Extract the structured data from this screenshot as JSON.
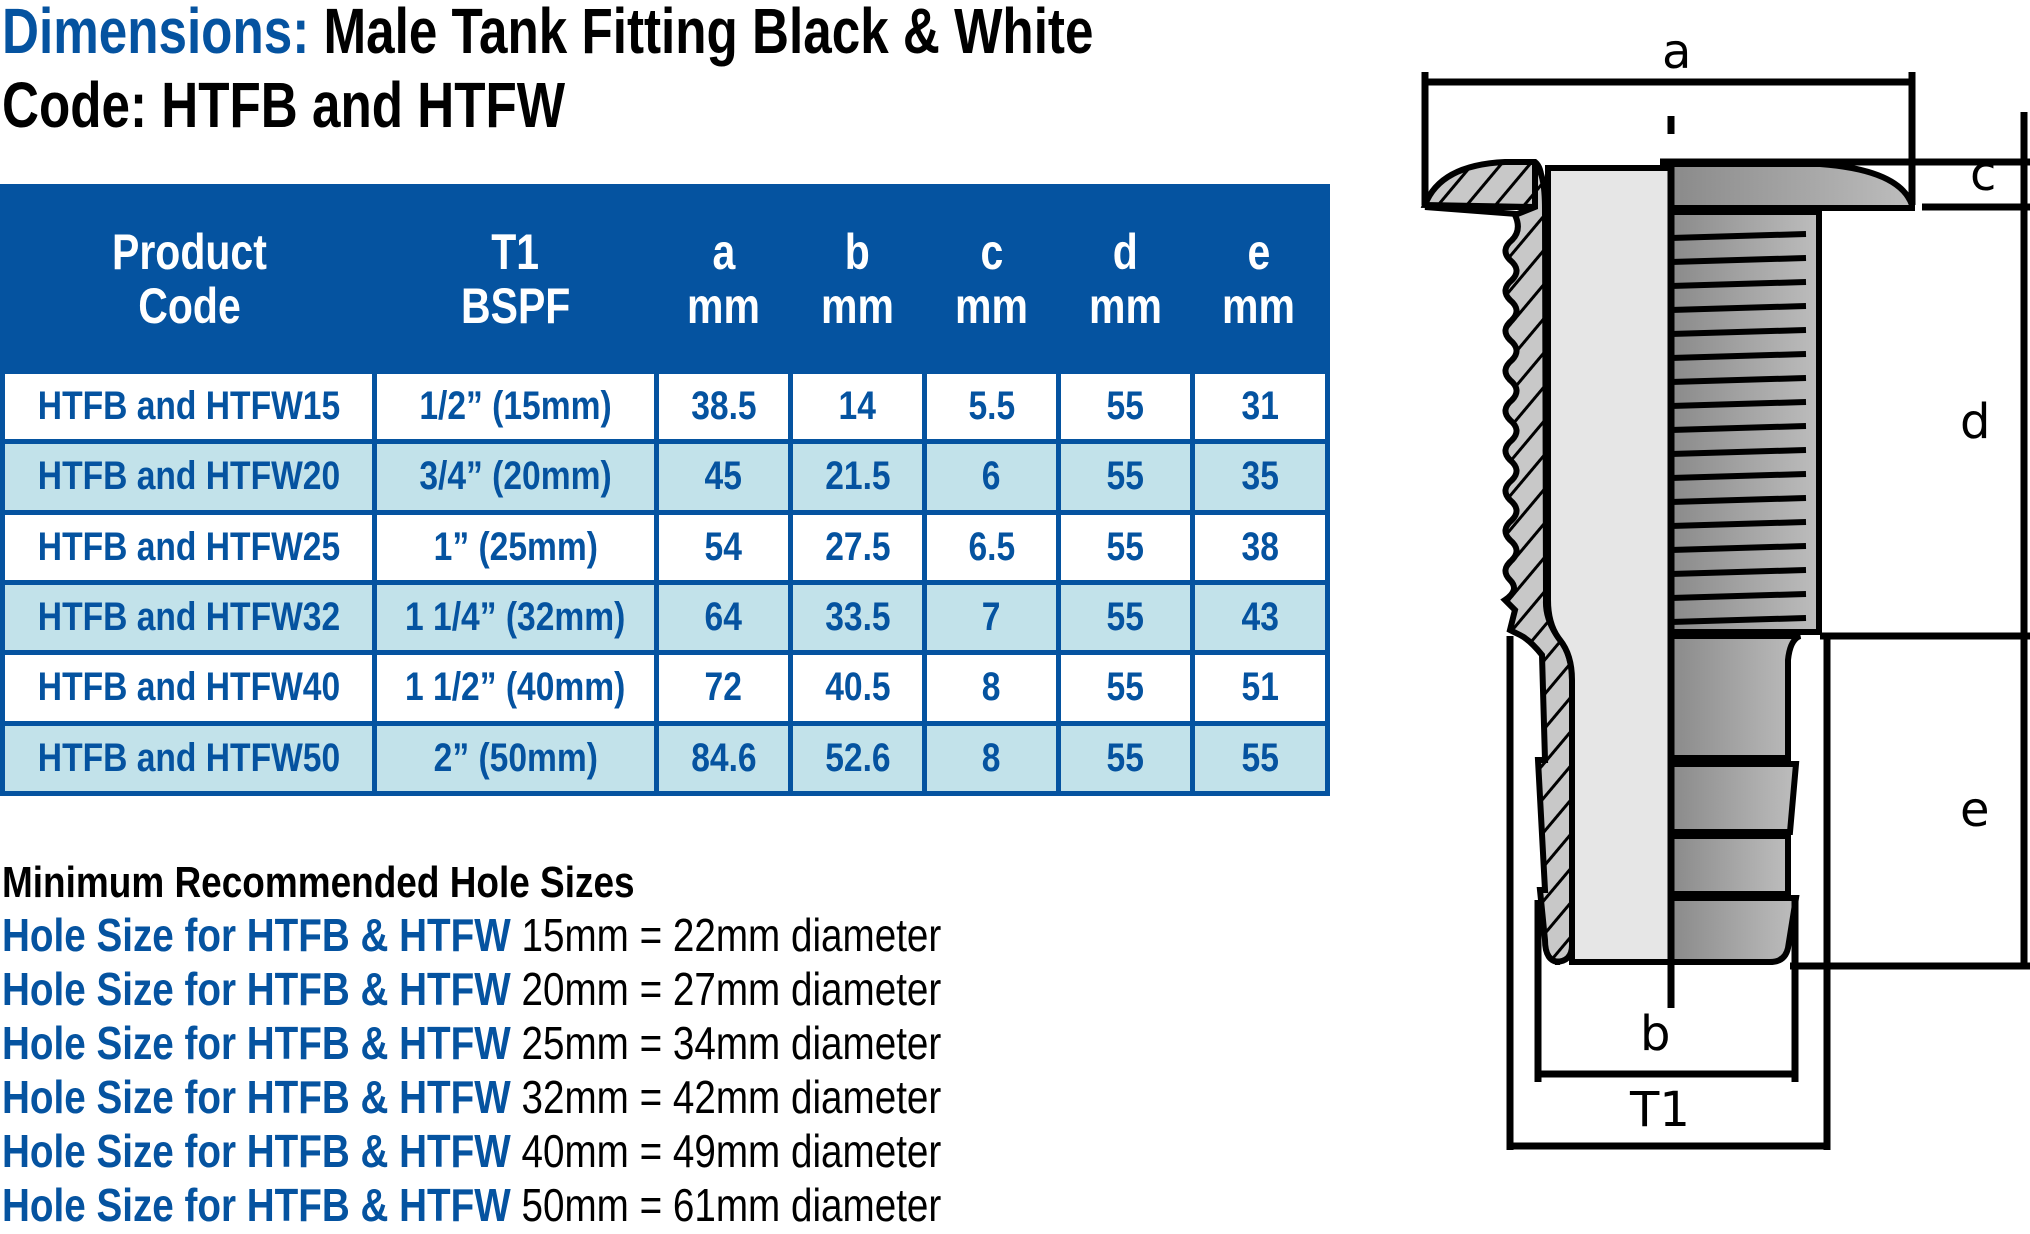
{
  "title": {
    "line1_accent": "Dimensions:",
    "line1_rest": " Male Tank Fitting Black & White",
    "line2": "Code: HTFB and HTFW"
  },
  "colors": {
    "brand_blue": "#0553a0",
    "row_alt": "#c2e2ea",
    "text_dark": "#000000"
  },
  "table": {
    "headers": [
      {
        "line1": "Product",
        "line2": "Code"
      },
      {
        "line1": "T1",
        "line2": "BSPF"
      },
      {
        "line1": "a",
        "line2": "mm"
      },
      {
        "line1": "b",
        "line2": "mm"
      },
      {
        "line1": "c",
        "line2": "mm"
      },
      {
        "line1": "d",
        "line2": "mm"
      },
      {
        "line1": "e",
        "line2": "mm"
      }
    ],
    "rows": [
      [
        "HTFB and HTFW15",
        "1/2” (15mm)",
        "38.5",
        "14",
        "5.5",
        "55",
        "31"
      ],
      [
        "HTFB and HTFW20",
        "3/4” (20mm)",
        "45",
        "21.5",
        "6",
        "55",
        "35"
      ],
      [
        "HTFB and HTFW25",
        "1” (25mm)",
        "54",
        "27.5",
        "6.5",
        "55",
        "38"
      ],
      [
        "HTFB and HTFW32",
        "1 1/4” (32mm)",
        "64",
        "33.5",
        "7",
        "55",
        "43"
      ],
      [
        "HTFB and HTFW40",
        "1 1/2” (40mm)",
        "72",
        "40.5",
        "8",
        "55",
        "51"
      ],
      [
        "HTFB and HTFW50",
        "2” (50mm)",
        "84.6",
        "52.6",
        "8",
        "55",
        "55"
      ]
    ]
  },
  "holes": {
    "heading": "Minimum Recommended Hole Sizes",
    "rows": [
      {
        "label": "Hole Size for HTFB & HTFW",
        "value": " 15mm = 22mm diameter"
      },
      {
        "label": "Hole Size for HTFB & HTFW",
        "value": " 20mm = 27mm diameter"
      },
      {
        "label": "Hole Size for HTFB & HTFW",
        "value": " 25mm = 34mm diameter"
      },
      {
        "label": "Hole Size for HTFB & HTFW",
        "value": " 32mm = 42mm diameter"
      },
      {
        "label": "Hole Size for HTFB & HTFW",
        "value": " 40mm = 49mm diameter"
      },
      {
        "label": "Hole Size for HTFB & HTFW",
        "value": " 50mm = 61mm diameter"
      }
    ]
  },
  "diagram": {
    "labels": {
      "a": "a",
      "b": "b",
      "c": "c",
      "d": "d",
      "e": "e",
      "t1": "T1"
    }
  }
}
